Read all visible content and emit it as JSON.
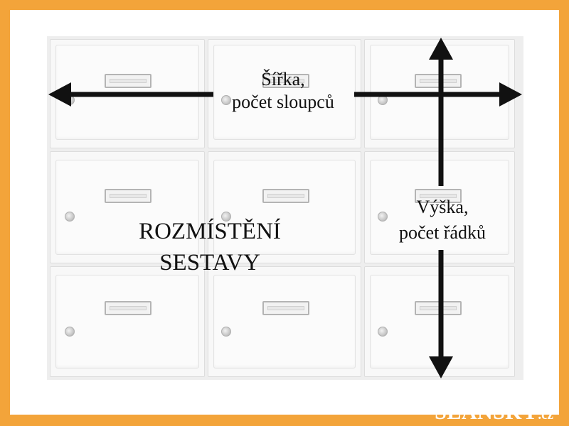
{
  "diagram": {
    "width_label_line1": "Šířka,",
    "width_label_line2": "počet sloupců",
    "height_label_line1": "Výška,",
    "height_label_line2": "počet řádků",
    "title_line1": "ROZMÍSTĚNÍ",
    "title_line2": "SESTAVY",
    "grid": {
      "rows": 3,
      "columns": 3
    }
  },
  "brand": {
    "name": "SLANSKY",
    "suffix": ".cz"
  },
  "colors": {
    "frame": "#f3a43a",
    "arrow": "#111111",
    "box": "#f8f8f8"
  }
}
